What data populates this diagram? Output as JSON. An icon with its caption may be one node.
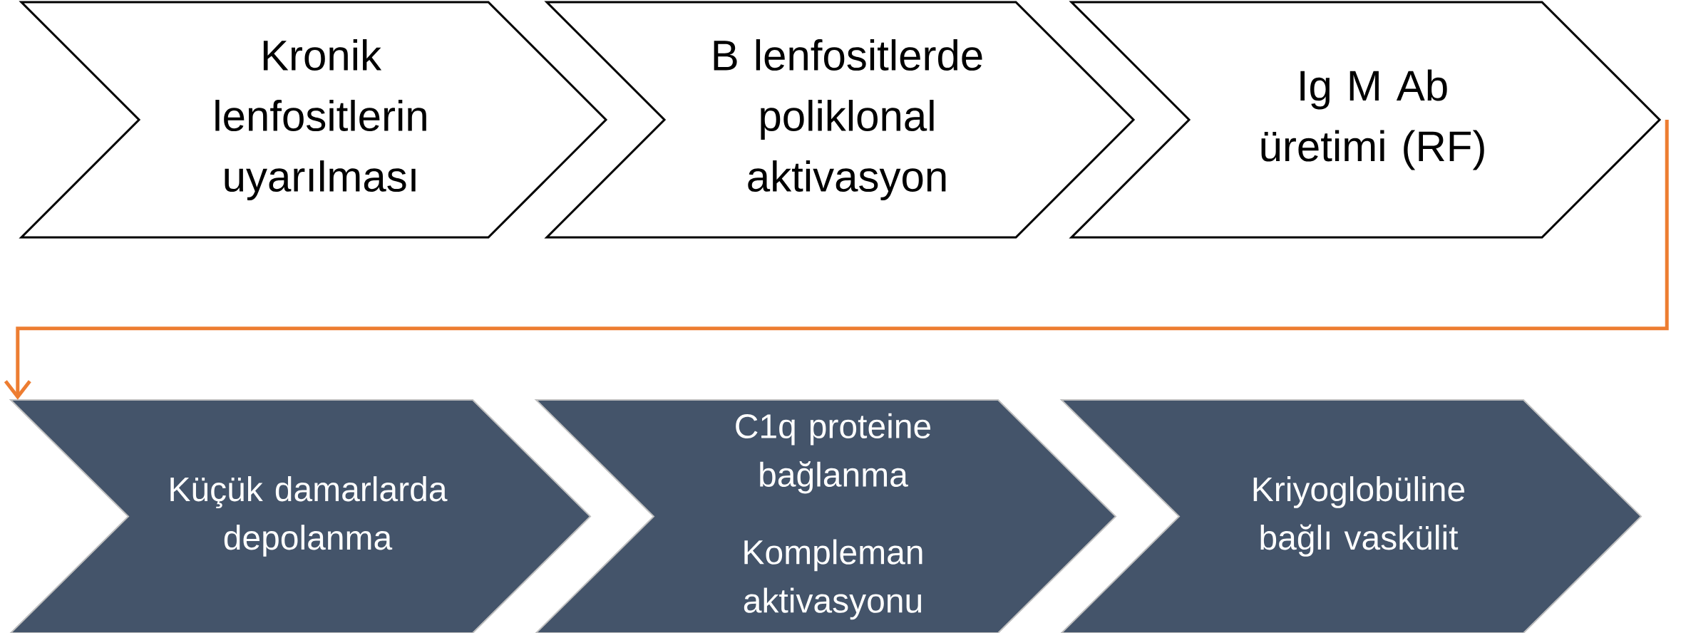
{
  "diagram": {
    "nodes": [
      {
        "text": [
          "Kronik lenfositlerin uyarılması"
        ]
      },
      {
        "text": [
          "B lenfositlerde poliklonal aktivasyon"
        ]
      },
      {
        "text": [
          "Ig M Ab üretimi (RF)"
        ]
      },
      {
        "text": [
          "Küçük damarlarda depolanma"
        ]
      },
      {
        "text": [
          "C1q proteine bağlanma",
          "Kompleman aktivasyonu"
        ]
      },
      {
        "text": [
          "Kriyoglobüline bağlı vaskülit"
        ]
      }
    ],
    "edges": [
      {
        "from": 2,
        "to": 3,
        "arrow": "to",
        "color": "#ed7d31"
      }
    ]
  }
}
